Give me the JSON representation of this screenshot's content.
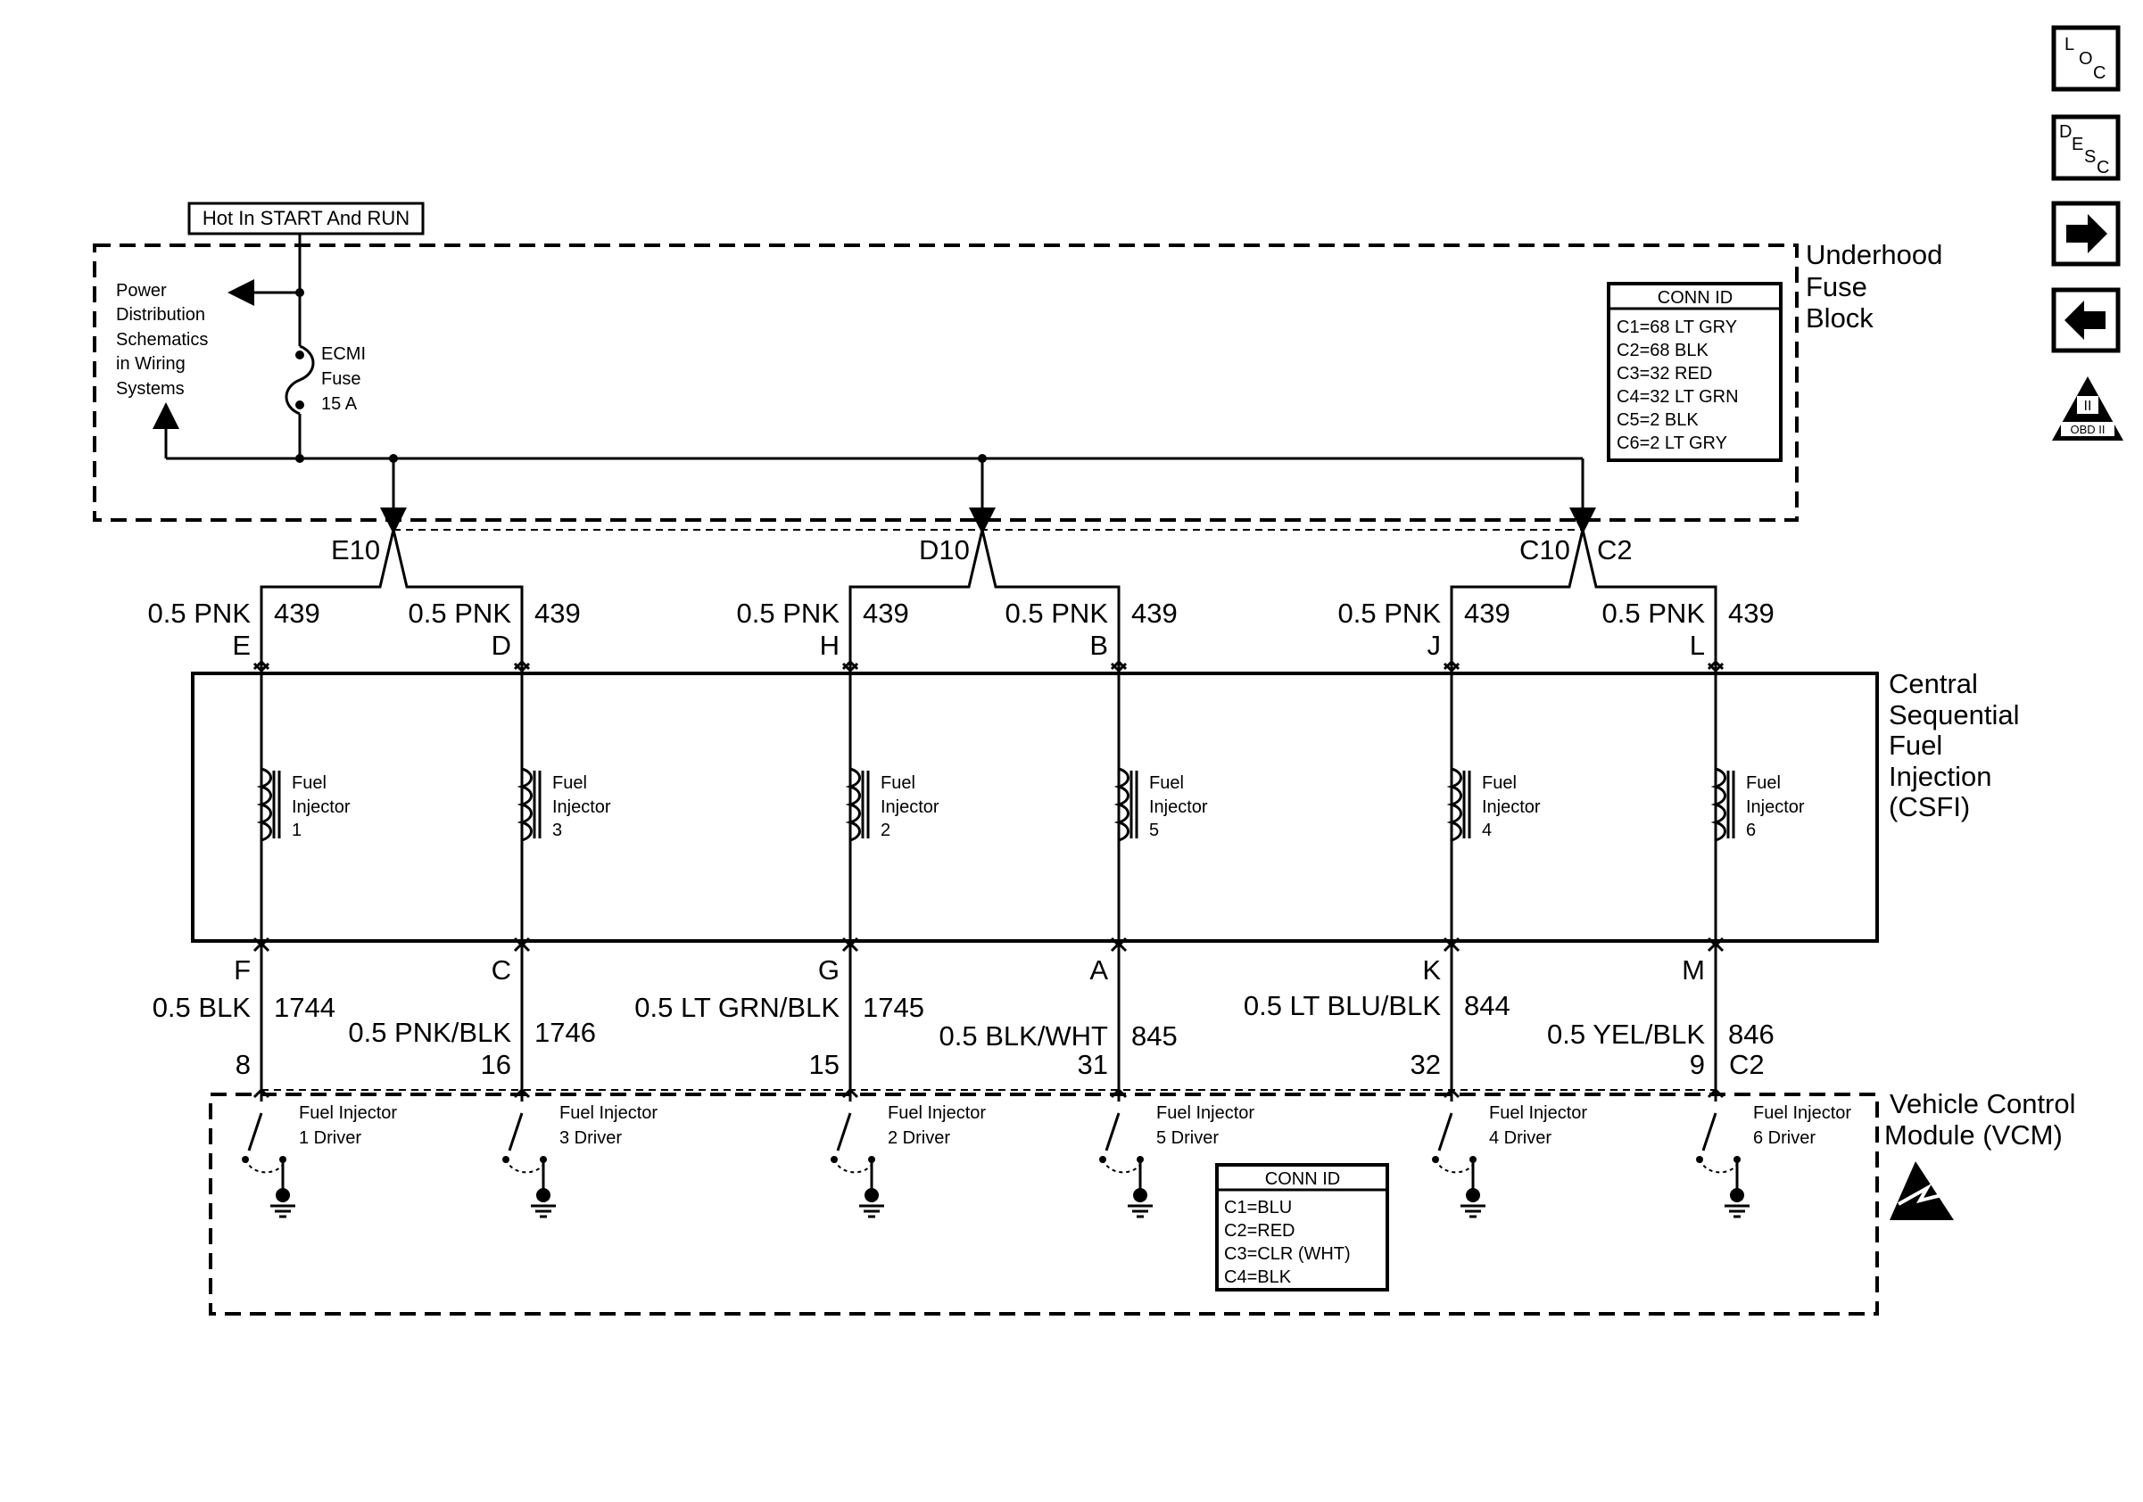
{
  "hot_label": "Hot In START And RUN",
  "fuse_block": {
    "title": [
      "Underhood",
      "Fuse",
      "Block"
    ],
    "power_note": [
      "Power",
      "Distribution",
      "Schematics",
      "in Wiring",
      "Systems"
    ],
    "fuse": [
      "ECMI",
      "Fuse",
      "15 A"
    ],
    "conn_title": "CONN ID",
    "conn_ids": [
      "C1=68 LT GRY",
      "C2=68 BLK",
      "C3=32 RED",
      "C4=32 LT GRN",
      "C5=2 BLK",
      "C6=2 LT GRY"
    ]
  },
  "splices": [
    "E10",
    "D10",
    "C10",
    "C2"
  ],
  "csfi": {
    "title": [
      "Central",
      "Sequential",
      "Fuel",
      "Injection",
      "(CSFI)"
    ],
    "inj_word1": "Fuel",
    "inj_word2": "Injector"
  },
  "columns": [
    {
      "top_wire": "0.5 PNK",
      "top_circuit": "439",
      "top_pin": "E",
      "inj_num": "1",
      "bottom_pin": "F",
      "bottom_wire": "0.5 BLK",
      "bottom_circuit": "1744",
      "vcm_pin": "8",
      "driver": [
        "Fuel Injector",
        "1 Driver"
      ]
    },
    {
      "top_wire": "0.5 PNK",
      "top_circuit": "439",
      "top_pin": "D",
      "inj_num": "3",
      "bottom_pin": "C",
      "bottom_wire": "0.5 PNK/BLK",
      "bottom_circuit": "1746",
      "vcm_pin": "16",
      "driver": [
        "Fuel Injector",
        "3 Driver"
      ]
    },
    {
      "top_wire": "0.5 PNK",
      "top_circuit": "439",
      "top_pin": "H",
      "inj_num": "2",
      "bottom_pin": "G",
      "bottom_wire": "0.5 LT GRN/BLK",
      "bottom_circuit": "1745",
      "vcm_pin": "15",
      "driver": [
        "Fuel Injector",
        "2 Driver"
      ]
    },
    {
      "top_wire": "0.5 PNK",
      "top_circuit": "439",
      "top_pin": "B",
      "inj_num": "5",
      "bottom_pin": "A",
      "bottom_wire": "0.5 BLK/WHT",
      "bottom_circuit": "845",
      "vcm_pin": "31",
      "driver": [
        "Fuel Injector",
        "5 Driver"
      ]
    },
    {
      "top_wire": "0.5 PNK",
      "top_circuit": "439",
      "top_pin": "J",
      "inj_num": "4",
      "bottom_pin": "K",
      "bottom_wire": "0.5 LT BLU/BLK",
      "bottom_circuit": "844",
      "vcm_pin": "32",
      "driver": [
        "Fuel Injector",
        "4 Driver"
      ]
    },
    {
      "top_wire": "0.5 PNK",
      "top_circuit": "439",
      "top_pin": "L",
      "inj_num": "6",
      "bottom_pin": "M",
      "bottom_wire": "0.5 YEL/BLK",
      "bottom_circuit": "846",
      "vcm_pin": "9",
      "driver": [
        "Fuel Injector",
        "6 Driver"
      ]
    }
  ],
  "vcm": {
    "connector": "C2",
    "title": [
      "Vehicle Control",
      "Module (VCM)"
    ],
    "conn_title": "CONN ID",
    "conn_ids": [
      "C1=BLU",
      "C2=RED",
      "C3=CLR (WHT)",
      "C4=BLK"
    ]
  },
  "nav": {
    "loc": [
      "L",
      "O",
      "C"
    ],
    "desc": [
      "D",
      "E",
      "S",
      "C"
    ],
    "obd": [
      "II",
      "OBD II"
    ],
    "icons": [
      "loc-icon",
      "desc-icon",
      "arrow-right-icon",
      "arrow-left-icon",
      "obd-ii-icon"
    ]
  }
}
